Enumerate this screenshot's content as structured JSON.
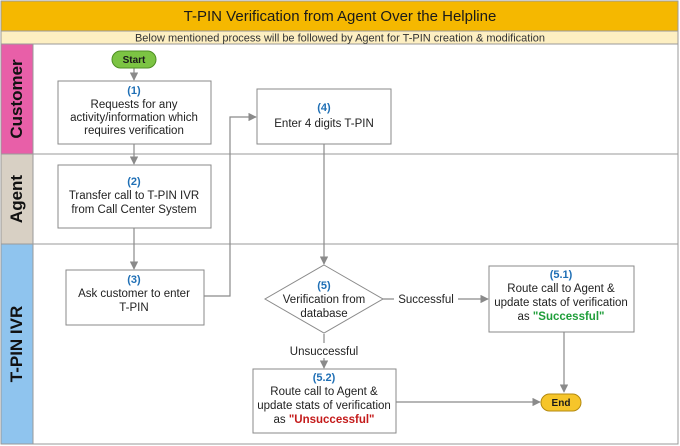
{
  "title": "T-PIN Verification from Agent Over the Helpline",
  "subtitle": "Below mentioned process will be followed by Agent for T-PIN creation & modification",
  "colors": {
    "title_bar": "#f5b800",
    "subtitle_bar": "#fdefc2",
    "lane_customer": "#e85fa8",
    "lane_agent": "#d8d0c4",
    "lane_ivr": "#8fc4ee",
    "start_fill": "#7cc443",
    "end_fill": "#f6c52a",
    "step_number": "#1f6fb5",
    "success_text": "#1f9e3a",
    "fail_text": "#c41a1a"
  },
  "lanes": [
    {
      "label": "Customer"
    },
    {
      "label": "Agent"
    },
    {
      "label": "T-PIN IVR"
    }
  ],
  "terminals": {
    "start": "Start",
    "end": "End"
  },
  "steps": {
    "s1": {
      "num": "(1)",
      "lines": [
        "Requests for any",
        "activity/information which",
        "requires verification"
      ]
    },
    "s2": {
      "num": "(2)",
      "lines": [
        "Transfer call to T-PIN IVR",
        "from Call Center System"
      ]
    },
    "s3": {
      "num": "(3)",
      "lines": [
        "Ask customer to enter",
        "T-PIN"
      ]
    },
    "s4": {
      "num": "(4)",
      "lines": [
        "Enter 4 digits T-PIN"
      ]
    },
    "s5": {
      "num": "(5)",
      "lines": [
        "Verification from",
        "database"
      ]
    },
    "s51": {
      "num": "(5.1)",
      "lines": [
        "Route call to Agent &",
        "update stats of verification"
      ],
      "prefix": "as ",
      "status": "\"Successful\""
    },
    "s52": {
      "num": "(5.2)",
      "lines": [
        "Route call to Agent &",
        "update stats of verification"
      ],
      "prefix": "as ",
      "status": "\"Unsuccessful\""
    }
  },
  "edge_labels": {
    "success": "Successful",
    "fail": "Unsuccessful"
  }
}
